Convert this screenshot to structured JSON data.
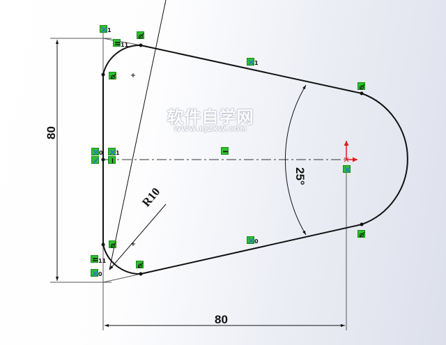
{
  "sketch": {
    "background_colors": [
      "#ffffff",
      "#dde0ec"
    ],
    "line_color": "#111111",
    "relation_color": "#2fc02f",
    "origin_color": "#e01b1b"
  },
  "dimensions": {
    "height_label": "80",
    "width_label": "80",
    "radius_label": "R10",
    "angle_label": "25°"
  },
  "relations": [
    {
      "id": "coincident-top-left",
      "glyph": "coincident",
      "sub": "1"
    },
    {
      "id": "equal-top-left",
      "glyph": "equal",
      "sub": "11"
    },
    {
      "id": "tangent-top-arc-end",
      "glyph": "tangent",
      "sub": ""
    },
    {
      "id": "tangent-left-top",
      "glyph": "tangent",
      "sub": ""
    },
    {
      "id": "coincident-top-line",
      "glyph": "coincident",
      "sub": "1"
    },
    {
      "id": "tangent-right-top",
      "glyph": "tangent",
      "sub": ""
    },
    {
      "id": "coincident-mid-left-0",
      "glyph": "coincident",
      "sub": "0"
    },
    {
      "id": "coincident-mid-left-1",
      "glyph": "coincident",
      "sub": "1"
    },
    {
      "id": "midpoint-left",
      "glyph": "midpoint",
      "sub": ""
    },
    {
      "id": "vertical-left",
      "glyph": "vertical",
      "sub": ""
    },
    {
      "id": "horizontal-centerline",
      "glyph": "horizontal",
      "sub": ""
    },
    {
      "id": "coincident-origin",
      "glyph": "coincident",
      "sub": ""
    },
    {
      "id": "tangent-left-bottom",
      "glyph": "tangent",
      "sub": ""
    },
    {
      "id": "equal-bottom-left",
      "glyph": "equal",
      "sub": "11"
    },
    {
      "id": "coincident-bottom-left",
      "glyph": "coincident",
      "sub": "0"
    },
    {
      "id": "tangent-bottom-arc-end",
      "glyph": "tangent",
      "sub": ""
    },
    {
      "id": "coincident-bottom-line",
      "glyph": "coincident",
      "sub": "0"
    },
    {
      "id": "tangent-right-bottom",
      "glyph": "tangent",
      "sub": ""
    }
  ],
  "watermark": {
    "title": "软件自学网",
    "url": "WWW.RJZXW.COM"
  }
}
